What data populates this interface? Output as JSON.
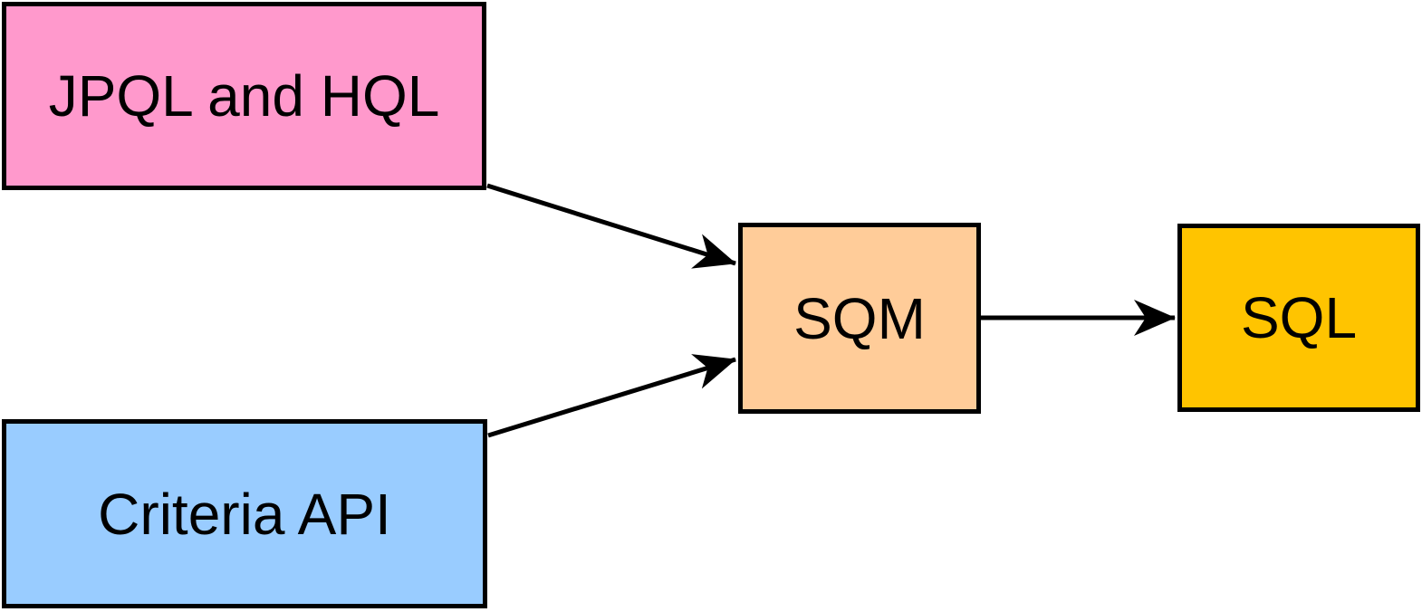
{
  "diagram": {
    "background_color": "#FFFFFF",
    "border_color": "#000000",
    "arrow_color": "#000000",
    "nodes": [
      {
        "id": "jpql-and-hql",
        "label": "JPQL and HQL",
        "fill": "#FF99CC"
      },
      {
        "id": "criteria-api",
        "label": "Criteria API",
        "fill": "#99CCFF"
      },
      {
        "id": "sqm",
        "label": "SQM",
        "fill": "#FFCC99"
      },
      {
        "id": "sql",
        "label": "SQL",
        "fill": "#FFC400"
      }
    ],
    "edges": [
      {
        "from": "jpql-and-hql",
        "to": "sqm"
      },
      {
        "from": "criteria-api",
        "to": "sqm"
      },
      {
        "from": "sqm",
        "to": "sql"
      }
    ]
  }
}
